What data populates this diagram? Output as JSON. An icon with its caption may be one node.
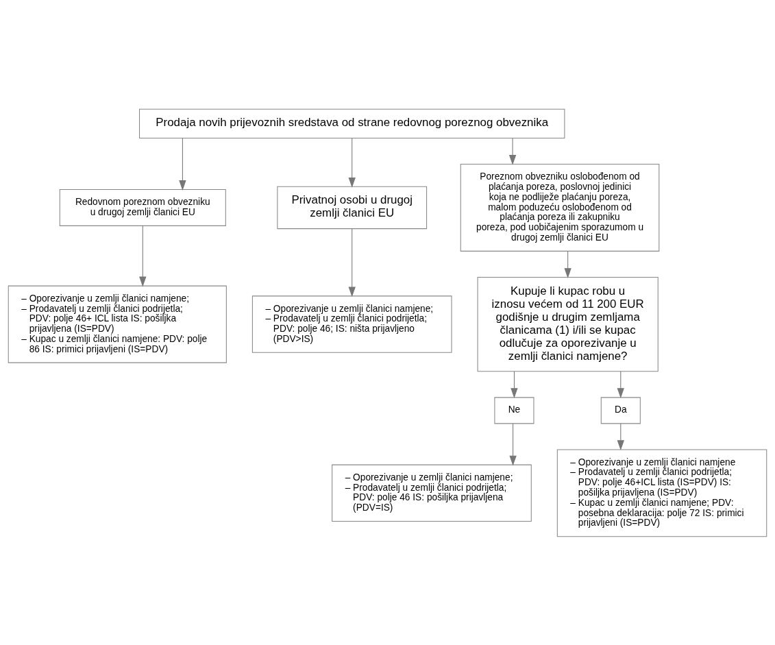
{
  "diagram": {
    "nodes": [
      {
        "text": [
          "Prodaja novih prijevoznih sredstava od strane redovnog poreznog obveznika"
        ]
      },
      {
        "text": [
          "Redovnom poreznom obvezniku u drugoj zemlji članici EU"
        ]
      },
      {
        "text": [
          "Privatnoj osobi u drugoj zemlji članici EU"
        ]
      },
      {
        "text": [
          "Poreznom obvezniku oslobođenom od plaćanja poreza, poslovnoj jedinici koja ne podliježe plaćanju poreza, malom poduzeću oslobođenom od plaćanja poreza ili zakupniku poreza, pod uobičajenim sporazumom u drugoj zemlji članici EU"
        ]
      },
      {
        "text": [
          "– Oporezivanje u zemlji članici namjene;",
          "– Prodavatelj u zemlji članici podrijetla; PDV: polje 46+ ICL lista IS: pošiljka prijavljena (IS=PDV)",
          "– Kupac u zemlji članici namjene: PDV: polje 86 IS: primici prijavljeni (IS=PDV)"
        ]
      },
      {
        "text": [
          "– Oporezivanje u zemlji članici namjene;",
          "– Prodavatelj u zemlji članici podrijetla; PDV: polje 46; IS: ništa prijavljeno (PDV>IS)"
        ]
      },
      {
        "text": [
          "Kupuje li kupac robu u iznosu većem od 11 200 EUR godišnje u drugim zemljama članicama (1) i/ili se kupac odlučuje za oporezivanje u zemlji članici namjene?"
        ]
      },
      {
        "text": [
          "Ne"
        ]
      },
      {
        "text": [
          "Da"
        ]
      },
      {
        "text": [
          "– Oporezivanje u zemlji članici namjene;",
          "– Prodavatelj u zemlji članici podrijetla; PDV: polje 46 IS: pošiljka prijavljena (PDV=IS)"
        ]
      },
      {
        "text": [
          "– Oporezivanje u zemlji članici namjene",
          "– Prodavatelj u zemlji članici podrijetla; PDV: polje 46+ICL lista (IS=PDV) IS: pošiljka prijavljena (IS=PDV)",
          "– Kupac u zemlji članici namjene; PDV: posebna deklaracija: polje 72 IS: primici prijavljeni (IS=PDV)"
        ]
      }
    ],
    "edges": [
      {
        "from": 0,
        "to": 1,
        "arrow": "to"
      },
      {
        "from": 0,
        "to": 2,
        "arrow": "to"
      },
      {
        "from": 0,
        "to": 3,
        "arrow": "to"
      },
      {
        "from": 1,
        "to": 4,
        "arrow": "to"
      },
      {
        "from": 2,
        "to": 5,
        "arrow": "to"
      },
      {
        "from": 3,
        "to": 6,
        "arrow": "to"
      },
      {
        "from": 6,
        "to": 7,
        "arrow": "to"
      },
      {
        "from": 6,
        "to": 8,
        "arrow": "to"
      },
      {
        "from": 7,
        "to": 9,
        "arrow": "to"
      },
      {
        "from": 8,
        "to": 10,
        "arrow": "to"
      }
    ]
  }
}
